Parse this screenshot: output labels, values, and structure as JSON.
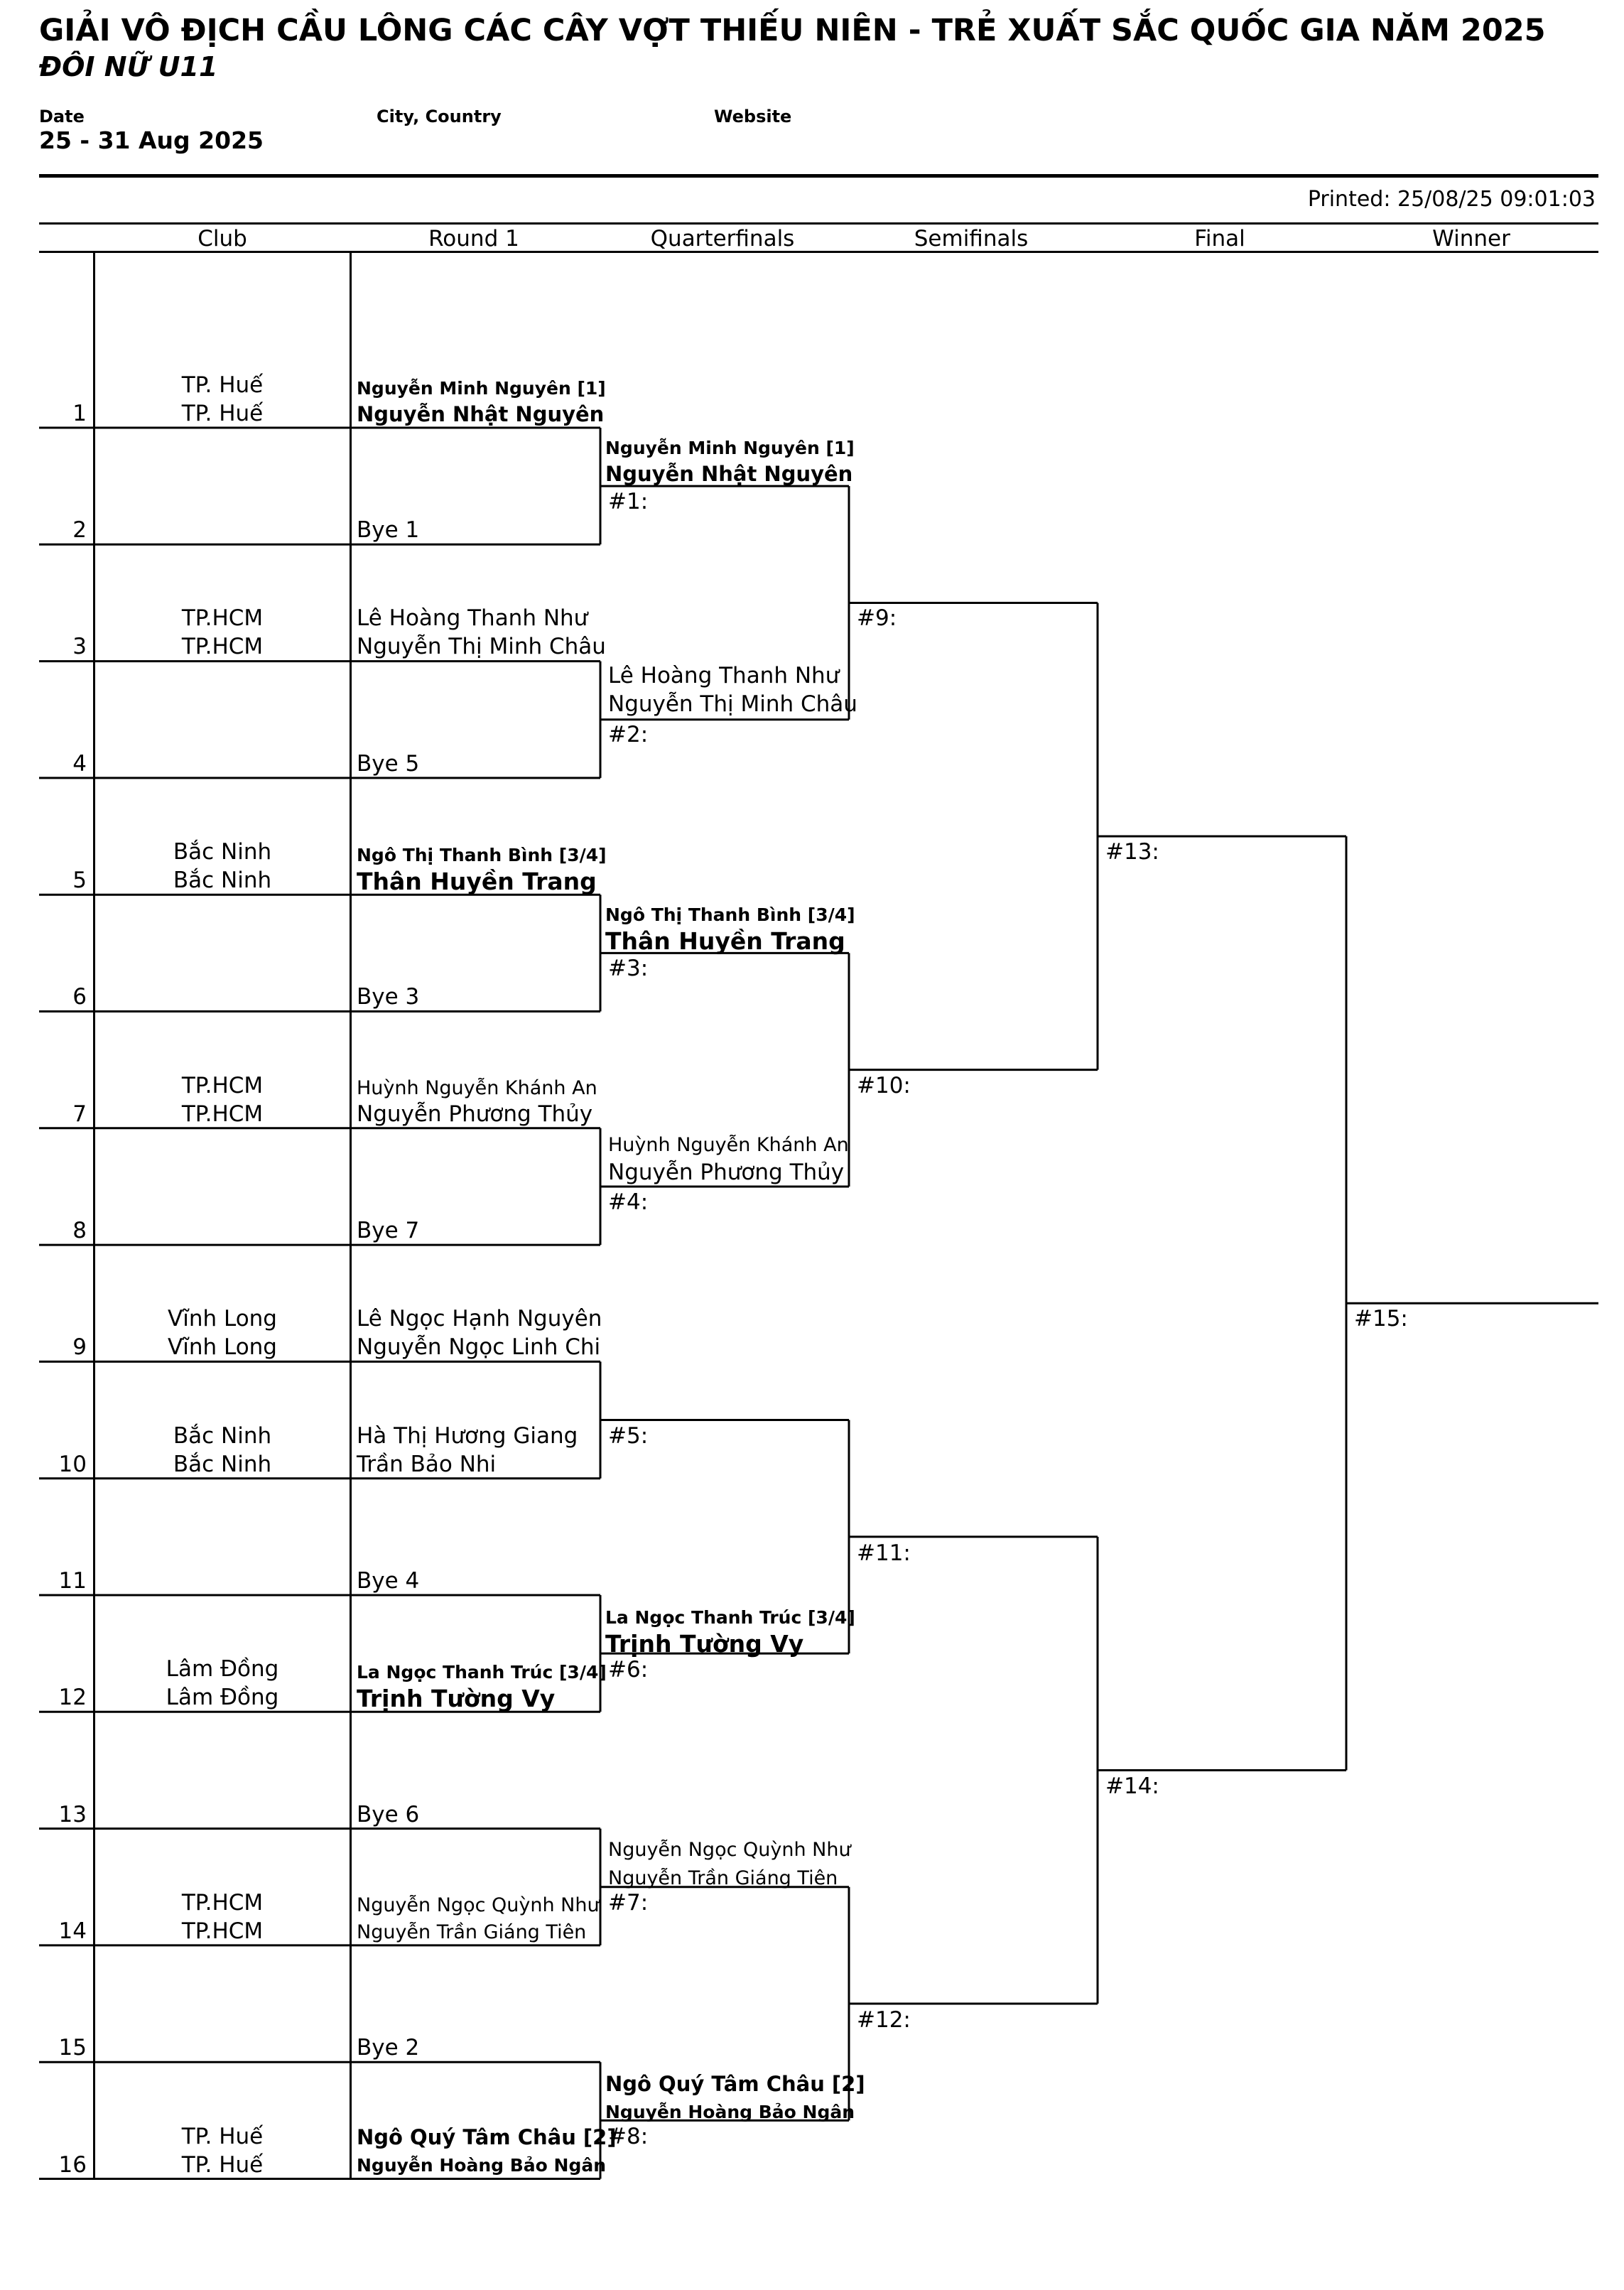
{
  "header": {
    "title": "GIẢI VÔ ĐỊCH CẦU LÔNG CÁC CÂY VỢT THIẾU NIÊN - TRẺ XUẤT SẮC QUỐC GIA NĂM 2025",
    "subtitle": "ĐÔI NỮ U11",
    "date_label": "Date",
    "date_value": "25 - 31 Aug 2025",
    "city_label": "City, Country",
    "website_label": "Website",
    "printed": "Printed: 25/08/25 09:01:03"
  },
  "columns": [
    "Club",
    "Round 1",
    "Quarterfinals",
    "Semifinals",
    "Final",
    "Winner"
  ],
  "entries": [
    {
      "num": "1",
      "club1": "TP. Huế",
      "club2": "TP. Huế",
      "p1": "Nguyễn Minh Nguyên [1]",
      "p2": "Nguyễn Nhật Nguyên"
    },
    {
      "num": "2",
      "bye": "Bye 1"
    },
    {
      "num": "3",
      "club1": "TP.HCM",
      "club2": "TP.HCM",
      "p1": "Lê Hoàng Thanh Như",
      "p2": "Nguyễn Thị Minh Châu"
    },
    {
      "num": "4",
      "bye": "Bye 5"
    },
    {
      "num": "5",
      "club1": "Bắc Ninh",
      "club2": "Bắc Ninh",
      "p1": "Ngô Thị Thanh Bình [3/4]",
      "p2": "Thân Huyền Trang"
    },
    {
      "num": "6",
      "bye": "Bye 3"
    },
    {
      "num": "7",
      "club1": "TP.HCM",
      "club2": "TP.HCM",
      "p1": "Huỳnh Nguyễn Khánh An",
      "p2": "Nguyễn Phương Thủy"
    },
    {
      "num": "8",
      "bye": "Bye 7"
    },
    {
      "num": "9",
      "club1": "Vĩnh Long",
      "club2": "Vĩnh Long",
      "p1": "Lê Ngọc Hạnh Nguyên",
      "p2": "Nguyễn Ngọc Linh Chi"
    },
    {
      "num": "10",
      "club1": "Bắc Ninh",
      "club2": "Bắc Ninh",
      "p1": "Hà Thị Hương Giang",
      "p2": "Trần Bảo Nhi"
    },
    {
      "num": "11",
      "bye": "Bye 4"
    },
    {
      "num": "12",
      "club1": "Lâm Đồng",
      "club2": "Lâm Đồng",
      "p1": "La Ngọc Thanh Trúc [3/4]",
      "p2": "Trịnh Tường Vy"
    },
    {
      "num": "13",
      "bye": "Bye 6"
    },
    {
      "num": "14",
      "club1": "TP.HCM",
      "club2": "TP.HCM",
      "p1": "Nguyễn Ngọc Quỳnh Như",
      "p2": "Nguyễn Trần Giáng Tiên"
    },
    {
      "num": "15",
      "bye": "Bye 2"
    },
    {
      "num": "16",
      "club1": "TP. Huế",
      "club2": "TP. Huế",
      "p1": "Ngô Quý Tâm Châu [2]",
      "p2": "Nguyễn Hoàng Bảo Ngân"
    }
  ],
  "quarterfinals": [
    {
      "p1": "Nguyễn Minh Nguyên [1]",
      "p2": "Nguyễn Nhật Nguyên",
      "match": "#1:"
    },
    {
      "p1": "Lê Hoàng Thanh Như",
      "p2": "Nguyễn Thị Minh Châu",
      "match": "#2:"
    },
    {
      "p1": "Ngô Thị Thanh Bình [3/4]",
      "p2": "Thân Huyền Trang",
      "match": "#3:"
    },
    {
      "p1": "Huỳnh Nguyễn Khánh An",
      "p2": "Nguyễn Phương Thủy",
      "match": "#4:"
    },
    {
      "p1": "",
      "p2": "",
      "match": "#5:"
    },
    {
      "p1": "La Ngọc Thanh Trúc [3/4]",
      "p2": "Trịnh Tường Vy",
      "match": "#6:"
    },
    {
      "p1": "Nguyễn Ngọc Quỳnh Như",
      "p2": "Nguyễn Trần Giáng Tiên",
      "match": "#7:"
    },
    {
      "p1": "Ngô Quý Tâm Châu [2]",
      "p2": "Nguyễn Hoàng Bảo Ngân",
      "match": "#8:"
    }
  ],
  "semifinals": [
    "#9:",
    "#10:",
    "#11:",
    "#12:"
  ],
  "final": [
    "#13:",
    "#14:"
  ],
  "winner": "#15:"
}
